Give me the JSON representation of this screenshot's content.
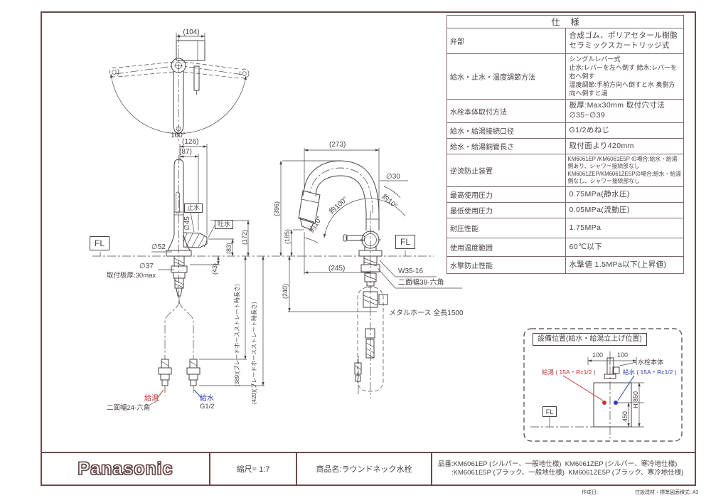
{
  "colors": {
    "frame": "#6b4a4a",
    "table_border": "#7d6a6a",
    "line": "#4a4242",
    "text": "#4a4040",
    "hot_red": "#c13434",
    "cold_blue": "#3040b0"
  },
  "spec_table": {
    "title": "仕 様",
    "rows": [
      {
        "label": "弁部",
        "value": "合成ゴム、ポリアセタール樹脂\nセラミックスカートリッジ式"
      },
      {
        "label": "給水・止水・温度調節方法",
        "value": "シングルレバー式\n止水:レバーを左へ倒す  給水:レバーを右へ倒す\n温度調節:手前方向へ倒すと水  奥側方向へ倒すと湯"
      },
      {
        "label": "水栓本体取付方法",
        "value": "板厚:Max30mm  取付穴寸法 ∅35~∅39"
      },
      {
        "label": "給水・給湯接続口径",
        "value": "G1/2めねじ"
      },
      {
        "label": "給水・給湯銅管長さ",
        "value": "取付面より420mm"
      },
      {
        "label": "逆流防止装置",
        "value": "KM6061EP /KM6061E5P の場合:給水・給湯側あり、シャワー接続部なし\nKM6061ZEP/KM6061ZE5Pの場合:給水・給湯側なし、シャワー接続部なし"
      },
      {
        "label": "最高使用圧力",
        "value": "0.75MPa(静水圧)"
      },
      {
        "label": "最低使用圧力",
        "value": "0.05MPa(流動圧)"
      },
      {
        "label": "耐圧性能",
        "value": "1.75MPa"
      },
      {
        "label": "使用温度範囲",
        "value": "60℃以下"
      },
      {
        "label": "水撃防止性能",
        "value": "水撃値 1.5MPa以下(上昇値)"
      }
    ]
  },
  "title_block": {
    "logo": "Panasonic",
    "scale": "縮尺= 1:7",
    "product": "商品名:ラウンドネック水栓",
    "part_line1": "品番:KM6061EP (シルバー、一般地仕様)  KM6061ZEP (シルバー、寒冷地仕様)",
    "part_line2": ":KM6061E5P (ブラック、一般地仕様)  KM6061ZE5P (ブラック、寒冷地仕様)",
    "created": "作成日:",
    "format": "住設建材・標準図面様式: A3"
  },
  "plan_view": {
    "dim_104": "(104)",
    "swing_angle": "160°"
  },
  "front_view": {
    "dim_126": "(126)",
    "dim_87": "(87)",
    "stop_label": "止水",
    "spout_label": "吐水",
    "dia_body": "∅45",
    "dia_base": "∅52",
    "dia_hole": "∅37",
    "plate_note": "取付板厚:30max",
    "fl_label": "FL",
    "dim_43": "(43)",
    "dim_83": "(83)",
    "dim_172": "(172)",
    "dim_389": "(389)(ブレードホースストレート時長さ)",
    "dim_420": "(420)(ブレードホースストレート時長さ)",
    "hot_label": "給湯",
    "hot_hex_note": "二面幅24-六角",
    "cold_label": "給水",
    "cold_thread": "G1/2"
  },
  "side_view": {
    "dim_273": "(273)",
    "dia_spout": "∅30",
    "swing_angle": "約100°",
    "tilt_left": "約10°",
    "tilt_right": "約10°",
    "dim_396": "(396)",
    "dim_185": "(185)",
    "dim_240": "(240)",
    "dim_245": "(245)",
    "fl_label": "FL",
    "thread_note": "W35-16",
    "hex_note": "二面幅38-六角",
    "hose_note": "メタルホース 全長1500"
  },
  "install_diagram": {
    "title": "設備位置(給水・給湯立上げ位置)",
    "dim_left": "100",
    "dim_right": "100",
    "body_label": "水栓本体",
    "hot_label": "給湯 ( 15A・Rc1/2 )",
    "cold_label": "給水 ( 15A・Rc1/2 )",
    "fl_label": "FL",
    "dim_450": "450",
    "dim_height": "H 850"
  }
}
